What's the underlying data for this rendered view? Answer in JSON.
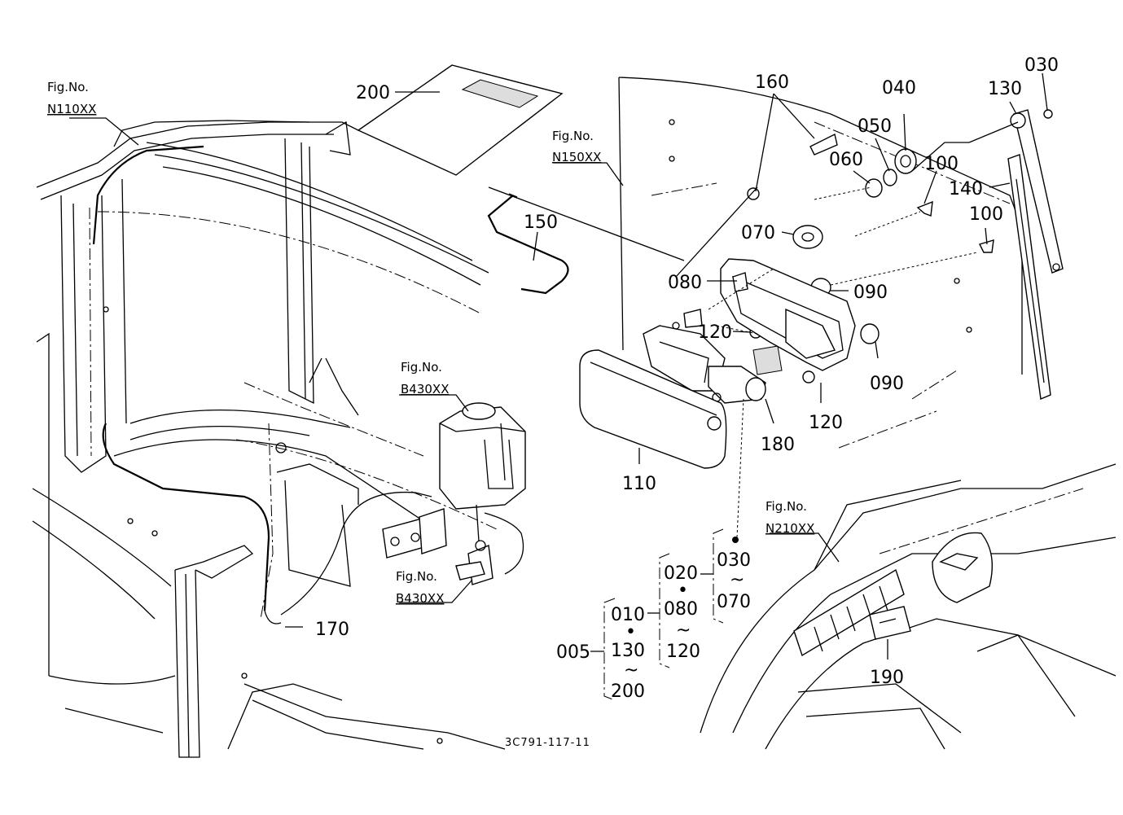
{
  "figure_refs": {
    "n110": {
      "fig": "Fig.No.",
      "code": "N110XX"
    },
    "n150": {
      "fig": "Fig.No.",
      "code": "N150XX"
    },
    "b430_top": {
      "fig": "Fig.No.",
      "code": "B430XX"
    },
    "b430_bottom": {
      "fig": "Fig.No.",
      "code": "B430XX"
    },
    "n210": {
      "fig": "Fig.No.",
      "code": "N210XX"
    }
  },
  "part_labels": {
    "p200": "200",
    "p160": "160",
    "p040": "040",
    "p030_top": "030",
    "p130": "130",
    "p050": "050",
    "p060": "060",
    "p100_a": "100",
    "p140": "140",
    "p100_b": "100",
    "p150": "150",
    "p070": "070",
    "p080": "080",
    "p090_a": "090",
    "p120_a": "120",
    "p090_b": "090",
    "p120_b": "120",
    "p180": "180",
    "p110": "110",
    "p170": "170",
    "p190": "190"
  },
  "assembly_groups": {
    "g005": "005",
    "g010": "010",
    "g010_dot": "•",
    "g130": "130",
    "g010_tilde": "~",
    "g200": "200",
    "g020": "020",
    "g020_dot": "•",
    "g080": "080",
    "g020_tilde": "~",
    "g120": "120",
    "g030": "030",
    "g030_tilde": "~",
    "g070": "070"
  },
  "drawing_code": "3C791-117-11"
}
